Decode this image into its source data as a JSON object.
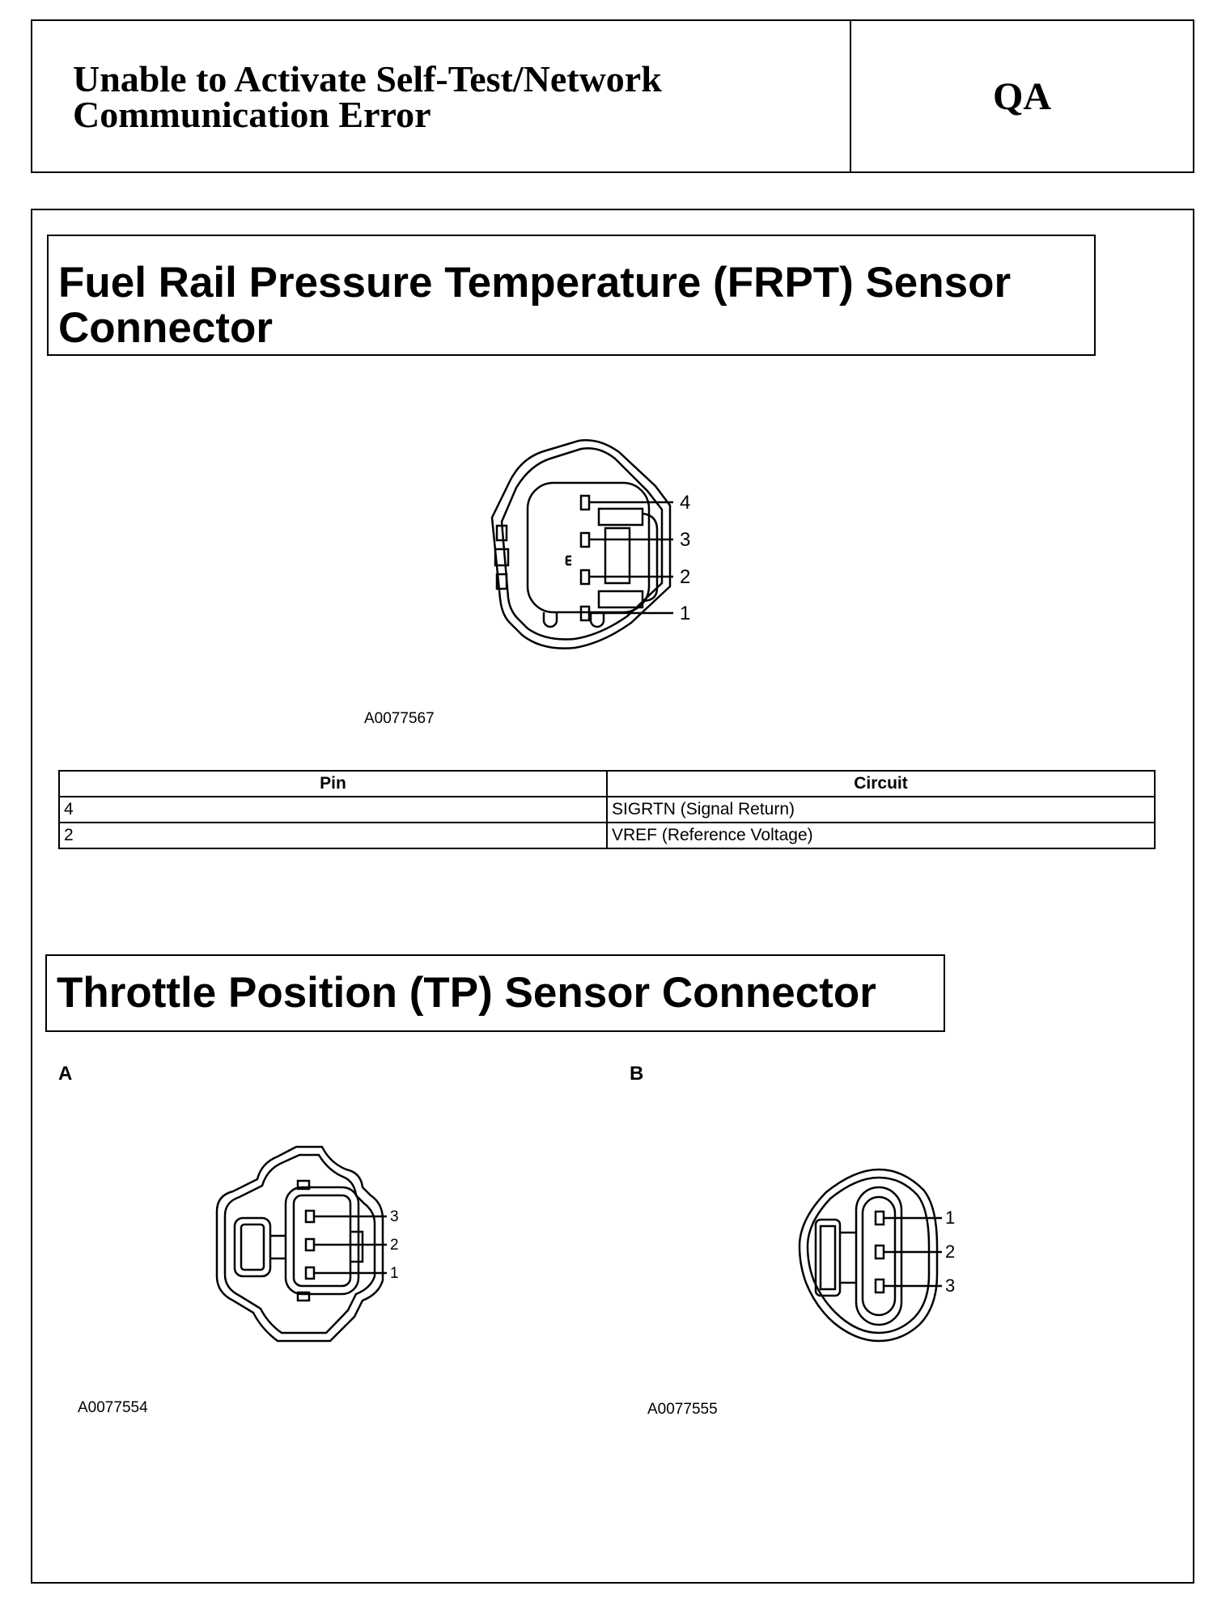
{
  "header": {
    "title": "Unable to Activate Self-Test/Network Communication Error",
    "section_code": "QA"
  },
  "frpt": {
    "title": "Fuel Rail Pressure Temperature (FRPT) Sensor Connector",
    "figure_id": "A0077567",
    "pin_labels": [
      "4",
      "3",
      "2",
      "1"
    ],
    "table": {
      "headers": [
        "Pin",
        "Circuit"
      ],
      "rows": [
        {
          "pin": "4",
          "circuit": "SIGRTN (Signal Return)"
        },
        {
          "pin": "2",
          "circuit": "VREF (Reference Voltage)"
        }
      ]
    }
  },
  "tp": {
    "title": "Throttle Position (TP) Sensor Connector",
    "a": {
      "label": "A",
      "figure_id": "A0077554",
      "pin_labels": [
        "3",
        "2",
        "1"
      ]
    },
    "b": {
      "label": "B",
      "figure_id": "A0077555",
      "pin_labels": [
        "1",
        "2",
        "3"
      ]
    }
  }
}
